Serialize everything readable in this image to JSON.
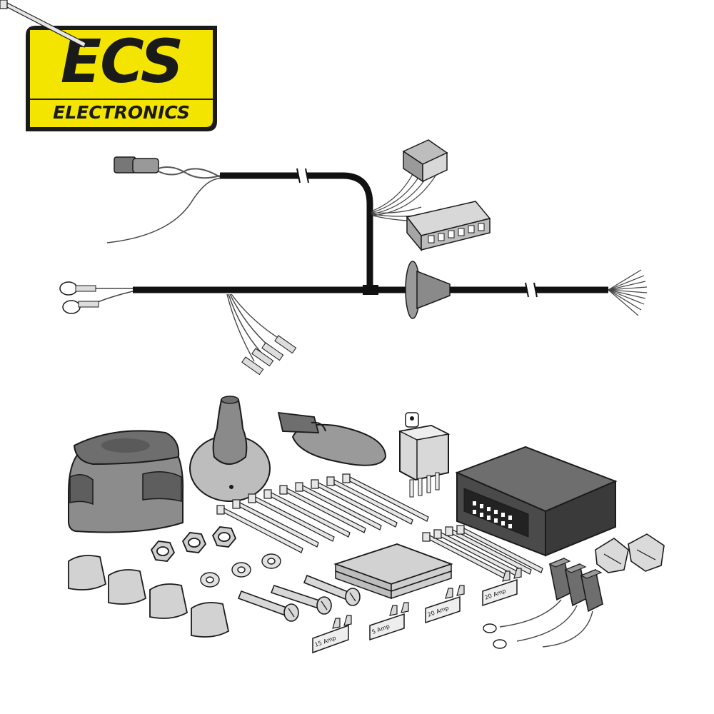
{
  "logo": {
    "brand": "ECS",
    "subtitle": "ELECTRONICS",
    "yellow": "#f4e500",
    "black": "#1a1a1a"
  },
  "fuses": [
    {
      "label": "15 Amp"
    },
    {
      "label": "5 Amp"
    },
    {
      "label": "20 Amp"
    },
    {
      "label": "20 Amp"
    }
  ],
  "colors": {
    "harness": "#111111",
    "part_grey": "#8c8c8c",
    "part_light": "#d2d2d2",
    "outline": "#1a1a1a"
  }
}
